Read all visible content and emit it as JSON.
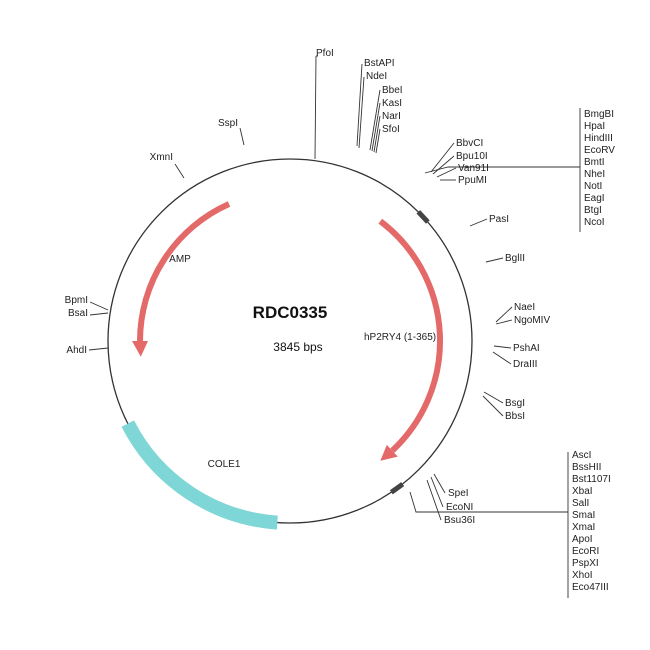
{
  "plasmid": {
    "name": "RDC0335",
    "size_label": "3845 bps"
  },
  "colors": {
    "backbone": "#333333",
    "gene_arrow": "#e46a6a",
    "gene_arrow_stroke": "#c55353",
    "origin": "#7fd6d6",
    "origin_stroke": "#4fb8b8",
    "label": "#222222"
  },
  "features": {
    "hp2ry4": {
      "label": "hP2RY4 (1-365)"
    },
    "amp": {
      "label": "AMP"
    },
    "cole1": {
      "label": "COLE1"
    }
  },
  "sites": {
    "pfoi": "PfoI",
    "bstapi": "BstAPI",
    "ndei": "NdeI",
    "bbei": "BbeI",
    "kasi": "KasI",
    "nari": "NarI",
    "sfoi": "SfoI",
    "bbvci": "BbvCI",
    "bpu10i": "Bpu10I",
    "van91i": "Van91I",
    "ppumi": "PpuMI",
    "mcs_top": [
      "BmgBI",
      "HpaI",
      "HindIII",
      "EcoRV",
      "BmtI",
      "NheI",
      "NotI",
      "EagI",
      "BtgI",
      "NcoI"
    ],
    "pasi": "PasI",
    "bglii": "BglII",
    "naei": "NaeI",
    "ngomiv": "NgoMIV",
    "pshai": "PshAI",
    "draiii": "DraIII",
    "bsgi": "BsgI",
    "bbsi": "BbsI",
    "spei": "SpeI",
    "econi": "EcoNI",
    "bsu36i": "Bsu36I",
    "mcs_bottom": [
      "AscI",
      "BssHII",
      "Bst1107I",
      "XbaI",
      "SalI",
      "SmaI",
      "XmaI",
      "ApoI",
      "EcoRI",
      "PspXI",
      "XhoI",
      "Eco47III"
    ],
    "sspi": "SspI",
    "xmni": "XmnI",
    "bpmi": "BpmI",
    "bsai": "BsaI",
    "ahdi": "AhdI"
  }
}
